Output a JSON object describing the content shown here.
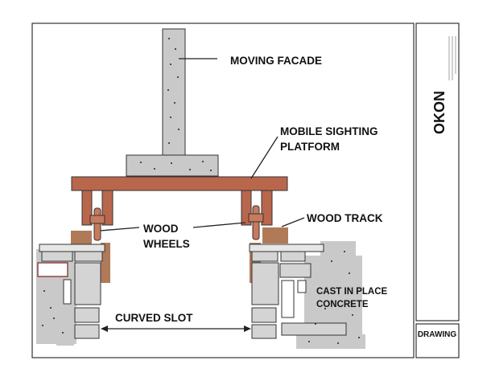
{
  "labels": {
    "moving_facade": "MOVING FACADE",
    "mobile_sighting_line1": "MOBILE SIGHTING",
    "mobile_sighting_line2": "PLATFORM",
    "wood_wheels_line1": "WOOD",
    "wood_wheels_line2": "WHEELS",
    "wood_track": "WOOD TRACK",
    "curved_slot": "CURVED SLOT",
    "cast_line1": "CAST IN PLACE",
    "cast_line2": "CONCRETE"
  },
  "title_block": {
    "logo": "OKON",
    "drawing_label": "DRAWING"
  },
  "colors": {
    "wood": "#b9674c",
    "wood_light": "#c77a5c",
    "concrete": "#c9c9c9",
    "block": "#d4d4d4",
    "outline": "#222222",
    "brown_pad": "#b07a58"
  }
}
